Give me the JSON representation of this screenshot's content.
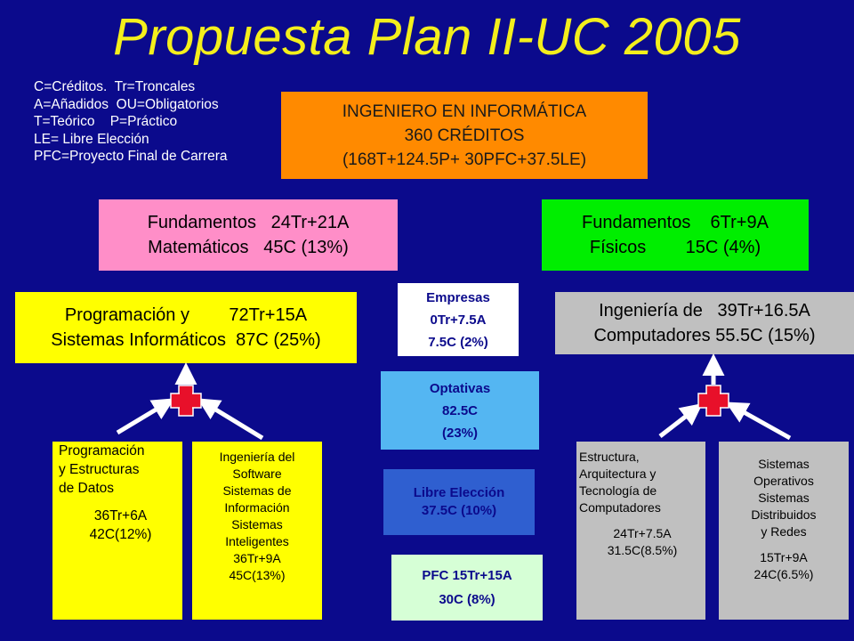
{
  "title": "Propuesta Plan II-UC 2005",
  "legend": [
    "C=Créditos.  Tr=Troncales",
    "A=Añadidos  OU=Obligatorios",
    "T=Teórico    P=Práctico",
    "LE= Libre Elección",
    "PFC=Proyecto Final de Carrera"
  ],
  "degree": {
    "line1": "INGENIERO EN INFORMÁTICA",
    "line2": "360 CRÉDITOS",
    "line3": "(168T+124.5P+ 30PFC+37.5LE)"
  },
  "fund_mat": {
    "line1": "Fundamentos   24Tr+21A",
    "line2": "Matemáticos   45C (13%)"
  },
  "fund_fis": {
    "line1": "Fundamentos    6Tr+9A",
    "line2": "Físicos        15C (4%)"
  },
  "prog_sis": {
    "line1": "Programación y        72Tr+15A",
    "line2": "Sistemas Informáticos  87C (25%)"
  },
  "ing_comp": {
    "line1": "Ingeniería de   39Tr+16.5A",
    "line2": "Computadores 55.5C (15%)"
  },
  "empresas": {
    "line1": "Empresas",
    "line2": "0Tr+7.5A",
    "line3": "7.5C (2%)"
  },
  "optativas": {
    "line1": "Optativas",
    "line2": "82.5C",
    "line3": "(23%)"
  },
  "libre": {
    "line1": "Libre Elección",
    "line2": "37.5C (10%)"
  },
  "pfc": {
    "line1": "PFC 15Tr+15A",
    "line2": "30C (8%)"
  },
  "prog_ed": {
    "l1": "Programación",
    "l2": "y Estructuras",
    "l3": "de Datos",
    "v1": "36Tr+6A",
    "v2": "42C(12%)"
  },
  "ing_sw": {
    "l1": "Ingeniería del",
    "l2": "Software",
    "l3": "Sistemas de",
    "l4": "Información",
    "l5": "Sistemas",
    "l6": "Inteligentes",
    "v1": "36Tr+9A",
    "v2": "45C(13%)"
  },
  "estructura": {
    "l1": "Estructura,",
    "l2": "Arquitectura y",
    "l3": "Tecnología de",
    "l4": "Computadores",
    "v1": "24Tr+7.5A",
    "v2": "31.5C(8.5%)"
  },
  "sist_op": {
    "l1": "Sistemas",
    "l2": "Operativos",
    "l3": "Sistemas",
    "l4": "Distribuidos",
    "l5": "y Redes",
    "v1": "15Tr+9A",
    "v2": "24C(6.5%)"
  },
  "colors": {
    "background": "#0b0a8c",
    "title": "#f4ef1c",
    "degree": "#ff8a00",
    "fund_mat": "#ff8ec8",
    "fund_fis": "#00ee00",
    "prog": "#ffff00",
    "comp": "#c0c0c0",
    "optativas": "#54b6f2",
    "libre": "#2f5fd0",
    "pfc": "#d6ffd6",
    "plus": "#e8102a"
  }
}
